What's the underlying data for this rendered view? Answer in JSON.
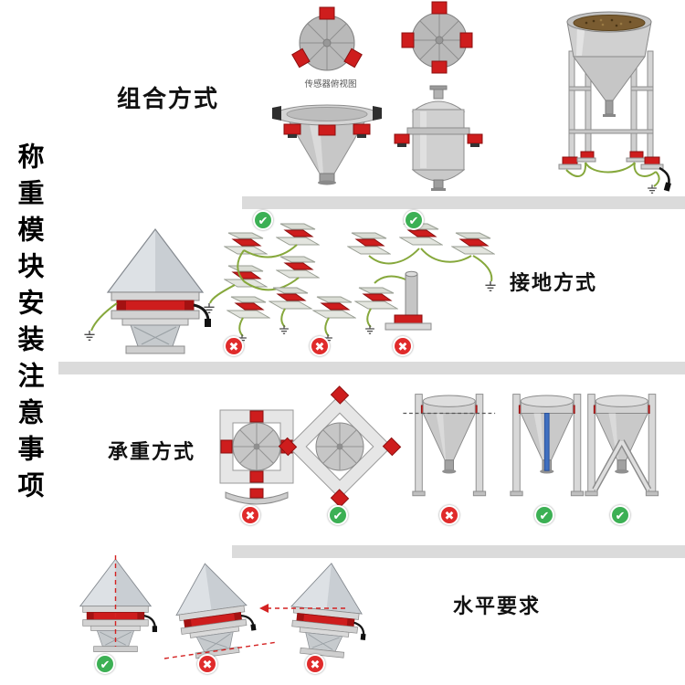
{
  "page": {
    "vertical_title": "称重模块安装注意事项"
  },
  "sections": {
    "combination": {
      "label": "组合方式",
      "caption": "传感器俯视图"
    },
    "grounding": {
      "label": "接地方式",
      "results": [
        "pass",
        "pass",
        "fail",
        "fail",
        "fail"
      ]
    },
    "bearing": {
      "label": "承重方式",
      "results": [
        "fail",
        "pass",
        "fail",
        "pass",
        "pass"
      ]
    },
    "level": {
      "label": "水平要求",
      "results": [
        "pass",
        "fail",
        "fail"
      ]
    }
  },
  "icons": {
    "check": "✔",
    "cross": "✖"
  },
  "colors": {
    "module_red": "#ce1d1d",
    "pass_green": "#3cb054",
    "fail_red": "#e02b2b",
    "wire_green": "#86a83c",
    "divider_gray": "#dbdbdb"
  }
}
